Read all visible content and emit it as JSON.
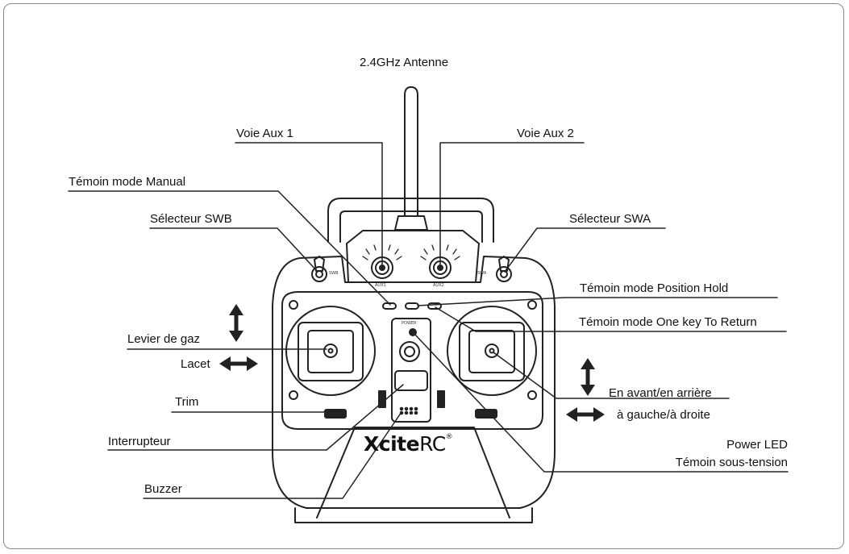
{
  "labels": {
    "antenna": "2.4GHz Antenne",
    "aux1": "Voie Aux 1",
    "aux2": "Voie Aux 2",
    "manual_led": "Témoin mode Manual",
    "swb": "Sélecteur SWB",
    "swa": "Sélecteur SWA",
    "position_hold_led": "Témoin mode Position Hold",
    "return_led": "Témoin mode One key To Return",
    "throttle": "Levier de gaz",
    "yaw": "Lacet",
    "trim": "Trim",
    "switch": "Interrupteur",
    "buzzer": "Buzzer",
    "pitch": "En avant/en arrière",
    "roll": "à gauche/à droite",
    "power_led_en": "Power LED",
    "power_led_fr": "Témoin sous-tension"
  },
  "device": {
    "brand_bold": "Xcite",
    "brand_light": "RC",
    "brand_mark": "®",
    "knob1_label": "AUX1",
    "knob2_label": "AUX2",
    "swb_label": "SWB",
    "swa_label": "SWA",
    "power_label": "POWER"
  }
}
